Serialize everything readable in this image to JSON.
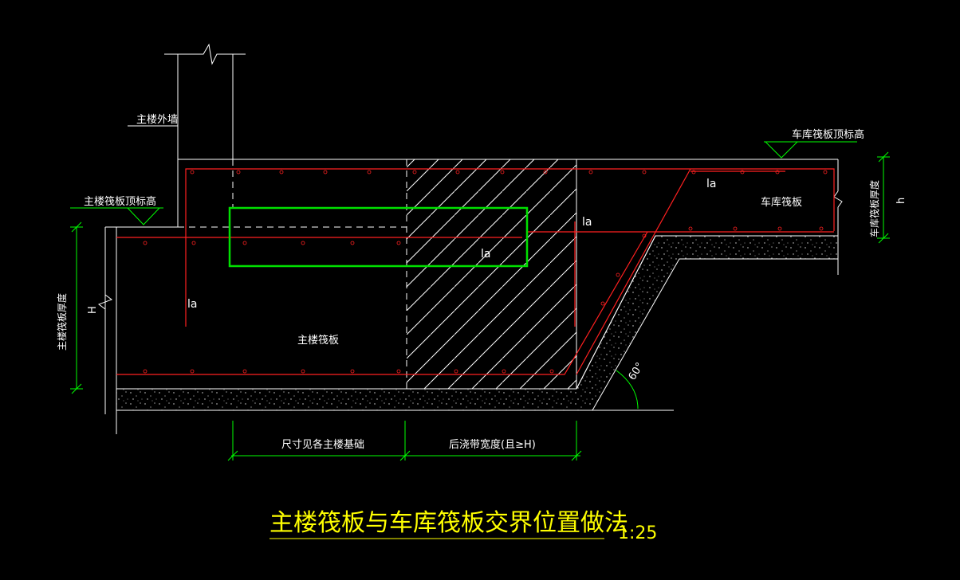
{
  "title": "主楼筏板与车库筏板交界位置做法",
  "scale": "1:25",
  "labels": {
    "main_wall": "主楼外墙",
    "main_raft_top": "主楼筏板顶标高",
    "garage_raft_top": "车库筏板顶标高",
    "main_raft": "主楼筏板",
    "garage_raft": "车库筏板",
    "main_raft_thickness": "主楼筏板厚度",
    "garage_raft_thickness": "车库筏板厚度",
    "H": "H",
    "h": "h",
    "la": "la",
    "angle": "60°",
    "dim_main": "尺寸见各主楼基础",
    "dim_post": "后浇带宽度(且≥H)"
  },
  "colors": {
    "background": "#000000",
    "lines": "#ffffff",
    "rebar": "#ff2020",
    "dimension": "#00ff00",
    "highlight": "#00e000",
    "title": "#ffff00"
  }
}
